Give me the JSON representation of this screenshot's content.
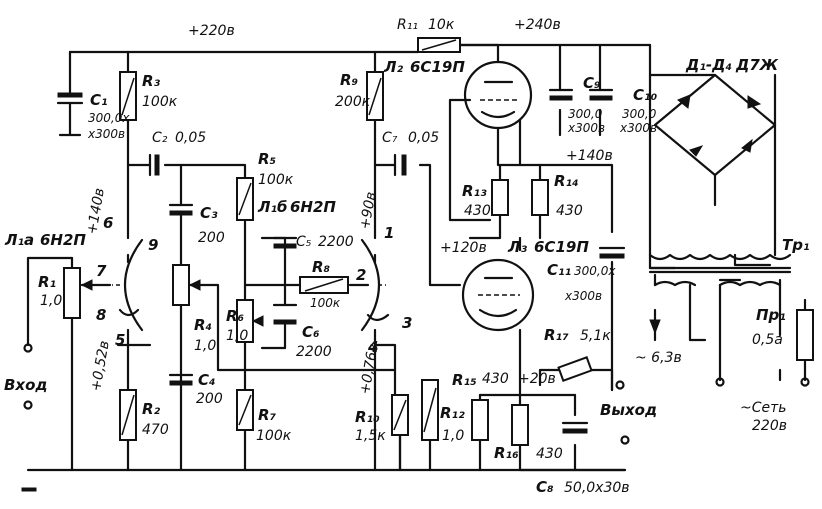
{
  "supply": {
    "v220": "+220в",
    "v240": "+240в",
    "v140": "+140в",
    "v120": "+120в",
    "v20": "+20в"
  },
  "c1": {
    "ref": "C₁",
    "v1": "300,0х",
    "v2": "х300в"
  },
  "r3": {
    "ref": "R₃",
    "val": "100к"
  },
  "c2": {
    "ref": "C₂",
    "val": "0,05"
  },
  "r5": {
    "ref": "R₅",
    "val": "100к"
  },
  "l1b": {
    "ref": "Л₁б",
    "type": "6Н2П"
  },
  "c3": {
    "ref": "C₃",
    "val": "200"
  },
  "c5": {
    "ref": "C₅",
    "val": "2200"
  },
  "r8": {
    "ref": "R₈",
    "val": "100к"
  },
  "c6": {
    "ref": "C₆",
    "val": "2200"
  },
  "r6": {
    "ref": "R₆",
    "val": "1,0"
  },
  "r4": {
    "ref": "R₄",
    "val": "1,0"
  },
  "c4": {
    "ref": "C₄",
    "val": "200"
  },
  "l1a": {
    "ref": "Л₁а",
    "type": "6Н2П"
  },
  "r1": {
    "ref": "R₁",
    "val": "1,0"
  },
  "r2": {
    "ref": "R₂",
    "val": "470"
  },
  "r7": {
    "ref": "R₇",
    "val": "100к"
  },
  "r9": {
    "ref": "R₉",
    "val": "200к"
  },
  "l2": {
    "ref": "Л₂",
    "type": "6С19П"
  },
  "r11": {
    "ref": "R₁₁",
    "val": "10к"
  },
  "c7": {
    "ref": "C₇",
    "val": "0,05"
  },
  "c9": {
    "ref": "C₉",
    "v1": "300,0",
    "v2": "х300в"
  },
  "c10": {
    "ref": "C₁₀",
    "v1": "300,0",
    "v2": "х300в"
  },
  "d": {
    "ref": "Д₁-Д₄",
    "type": "Д7Ж"
  },
  "r13": {
    "ref": "R₁₃",
    "val": "430"
  },
  "r14": {
    "ref": "R₁₄",
    "val": "430"
  },
  "l3": {
    "ref": "Л₃",
    "type": "6С19П"
  },
  "c11": {
    "ref": "C₁₁",
    "v1": "300,0х",
    "v2": "х300в"
  },
  "tr": {
    "ref": "Тр₁"
  },
  "pr": {
    "ref": "Пр₁",
    "val": "0,5а"
  },
  "v63": {
    "label": "~ 6,3в"
  },
  "net": {
    "label": "~Сеть",
    "val": "220в"
  },
  "r17": {
    "ref": "R₁₇",
    "val": "5,1к"
  },
  "r15": {
    "ref": "R₁₅",
    "val": "430"
  },
  "r16": {
    "ref": "R₁₆",
    "val": "430"
  },
  "c8": {
    "ref": "C₈",
    "val": "50,0х30в"
  },
  "r10": {
    "ref": "R₁₀",
    "val": "1,5к"
  },
  "r12": {
    "ref": "R₁₂",
    "val": "1,0"
  },
  "volt": {
    "v140": "+140в",
    "v052": "+0,52в",
    "v90": "+90в",
    "v076": "+0,76в"
  },
  "pins": {
    "p1": "1",
    "p2": "2",
    "p3": "3",
    "p4": "4",
    "p5": "5",
    "p6": "6",
    "p7": "7",
    "p8": "8",
    "p9": "9"
  },
  "io": {
    "input": "Вход",
    "output": "Выход"
  }
}
